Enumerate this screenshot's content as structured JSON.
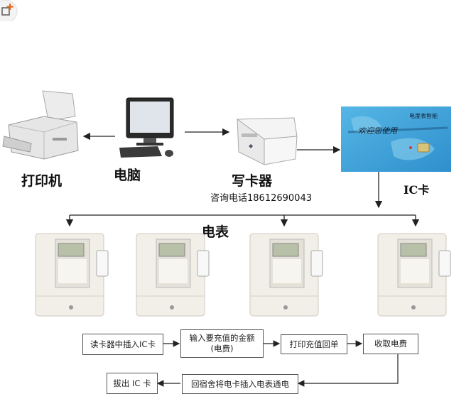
{
  "devices": {
    "printer": {
      "label": "打印机"
    },
    "computer": {
      "label": "电脑"
    },
    "card_writer": {
      "label": "写卡器",
      "contact": "咨询电话18612690043"
    },
    "ic_card": {
      "label": "IC卡",
      "welcome_text": "欢迎您使用",
      "issuer_text": "电度表智能"
    },
    "meters": {
      "label": "电表",
      "count": 4
    }
  },
  "process": {
    "steps": [
      {
        "text": "读卡器中插入IC卡"
      },
      {
        "text": "输入要充值的金额",
        "note": "(电费)"
      },
      {
        "text": "打印充值回单"
      },
      {
        "text": "收取电费"
      },
      {
        "text": "回宿舍将电卡插入电表通电"
      },
      {
        "text": "拔出 IC 卡"
      }
    ]
  },
  "colors": {
    "card_blue": "#3aa7df",
    "meter_body": "#f1efe8",
    "lcd": "#b9c0a8",
    "line": "#222222"
  },
  "icons": [
    "add-icon",
    "printer-icon",
    "computer-icon",
    "card-writer-icon",
    "ic-card-icon",
    "electric-meter-icon"
  ]
}
